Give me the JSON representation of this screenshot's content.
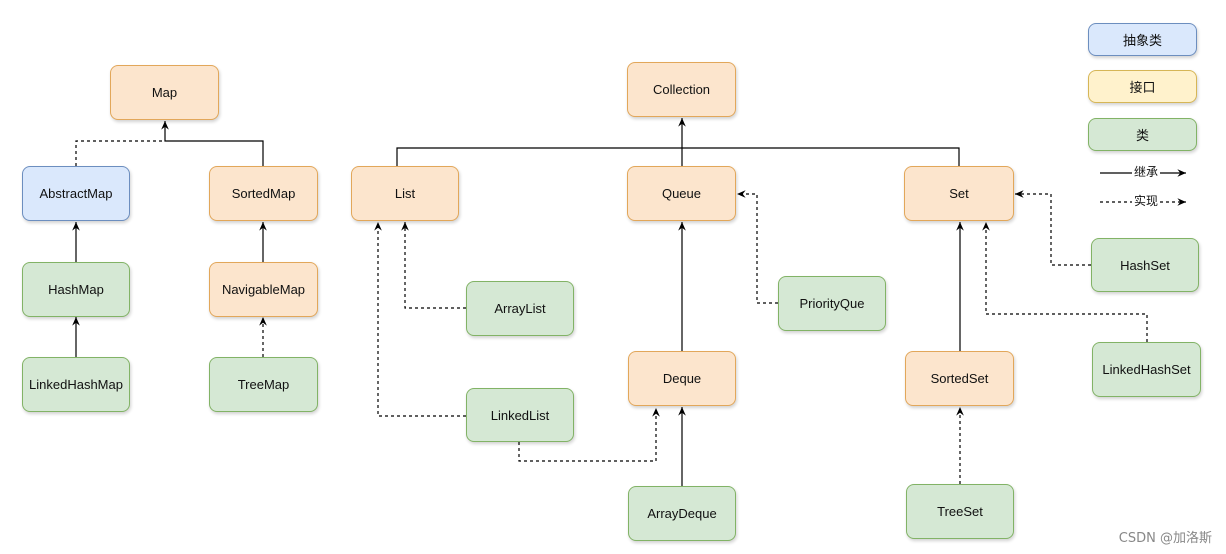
{
  "legend": {
    "abstract_class": "抽象类",
    "interface": "接口",
    "class": "类",
    "inherit": "继承",
    "implement": "实现"
  },
  "nodes": {
    "map": "Map",
    "abstract_map": "AbstractMap",
    "sorted_map": "SortedMap",
    "hash_map": "HashMap",
    "navigable_map": "NavigableMap",
    "linked_hash_map": "LinkedHashMap",
    "tree_map": "TreeMap",
    "collection": "Collection",
    "list": "List",
    "queue": "Queue",
    "set": "Set",
    "array_list": "ArrayList",
    "priority_que": "PriorityQue",
    "hash_set": "HashSet",
    "deque": "Deque",
    "sorted_set": "SortedSet",
    "linked_hash_set": "LinkedHashSet",
    "linked_list": "LinkedList",
    "array_deque": "ArrayDeque",
    "tree_set": "TreeSet"
  },
  "watermark": "CSDN @加洛斯",
  "colors": {
    "interface_fill": "#fce5cd",
    "interface_border": "#e2a75a",
    "abstract_fill": "#dae8fc",
    "abstract_border": "#6c8ebf",
    "class_fill": "#d5e8d4",
    "class_border": "#82b366",
    "legend_interface_fill": "#fff2cc"
  }
}
